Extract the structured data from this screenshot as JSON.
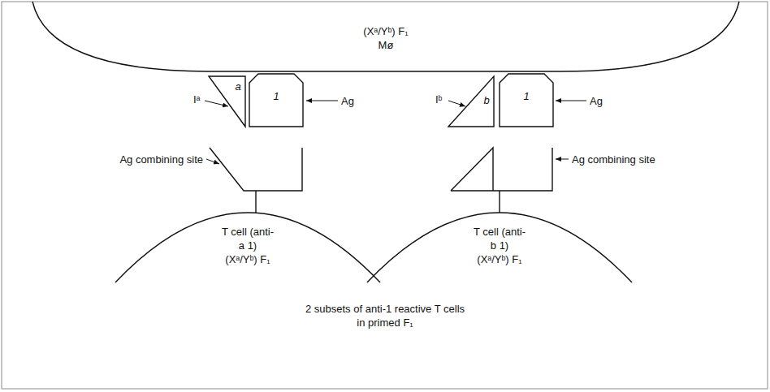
{
  "diagram": {
    "caption": "2 subsets of anti-1 reactive T cells in primed F₁",
    "nodes": [
      {
        "text": [
          "(Xᵃ/Yᵇ) F₁",
          "Mø"
        ]
      },
      {
        "text": [
          "a"
        ]
      },
      {
        "text": [
          "1"
        ]
      },
      {
        "text": [
          "b"
        ]
      },
      {
        "text": [
          "1"
        ]
      },
      {
        "text": [
          "T cell (anti-a 1)",
          "(Xᵃ/Yᵇ) F₁"
        ]
      },
      {
        "text": [
          "T cell (anti-b 1)",
          "(Xᵃ/Yᵇ) F₁"
        ]
      }
    ],
    "labels": [
      "Iᵃ",
      "Ag",
      "Iᵇ",
      "Ag",
      "Ag combining site",
      "Ag combining site"
    ]
  }
}
